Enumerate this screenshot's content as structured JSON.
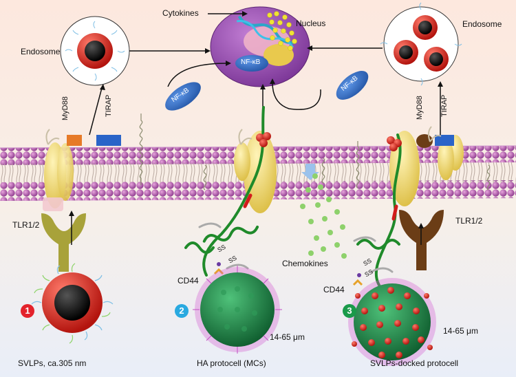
{
  "labels": {
    "cytokines": "Cytokines",
    "nucleus": "Nucleus",
    "endosome_left": "Endosome",
    "endosome_right": "Endosome",
    "nfkb_center": "NF-κB",
    "nfkb_left": "NF-κB",
    "nfkb_right": "NF-κB",
    "myd88_left": "MyD88",
    "tirap_left": "TIRAP",
    "myd88_right": "MyD88",
    "tirap_right": "TIRAP",
    "tlr_left": "TLR1/2",
    "tlr_right": "TLR1/2",
    "chemokines": "Chemokines",
    "cd44_left": "CD44",
    "cd44_right": "CD44",
    "size_left": "14-65 μm",
    "size_right": "14-65 μm",
    "ss": "SS"
  },
  "panels": [
    {
      "number": "1",
      "caption": "SVLPs, ca.305 nm",
      "color": "#e3222b"
    },
    {
      "number": "2",
      "caption": "HA protocell (MCs)",
      "color": "#29a9e0"
    },
    {
      "number": "3",
      "caption": "SVLPs-docked protocell",
      "color": "#1a9a4a"
    }
  ],
  "colors": {
    "membrane_head": "#a04aa0",
    "nucleus_fill": "#9b4fb0",
    "nfkb_fill": "#2f6fc4",
    "myd88": "#e67a28",
    "tirap": "#2a64c8",
    "tlr_left": "#a8a23a",
    "tlr_right": "#6b3d16",
    "svlp_core": "#111111",
    "svlp_shell": "#e02a1a",
    "protocell_core": "#1f8a4a",
    "chemokine_dot": "#8ed16b"
  }
}
